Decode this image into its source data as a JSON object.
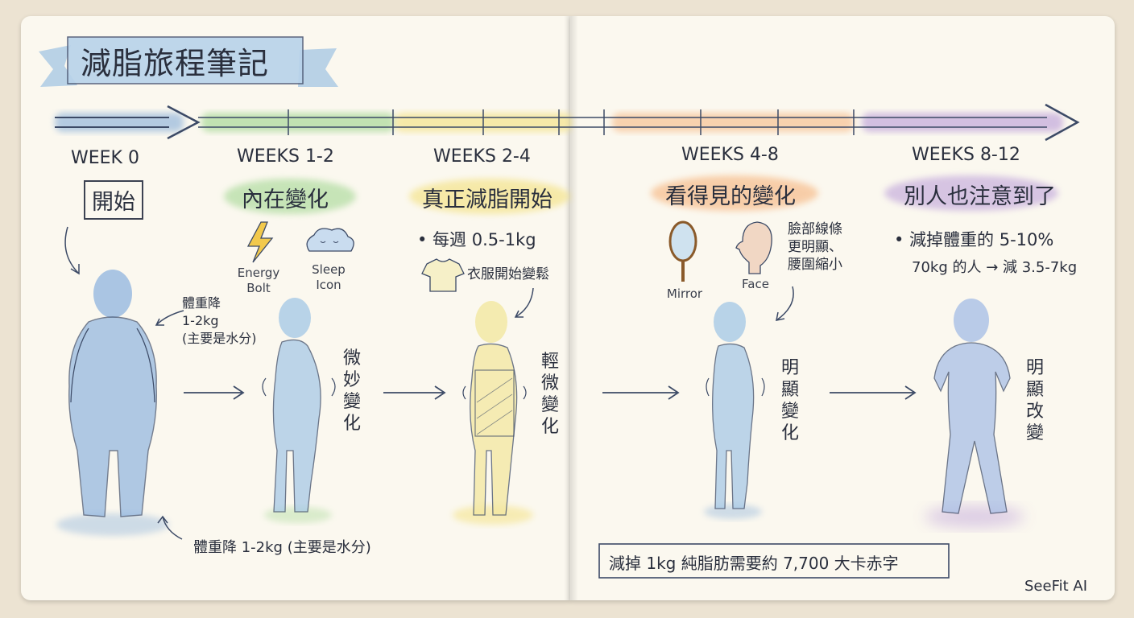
{
  "title": "減脂旅程筆記",
  "stages": [
    {
      "week": "WEEK 0",
      "title": "開始"
    },
    {
      "week": "WEEKS 1-2",
      "title": "內在變化"
    },
    {
      "week": "WEEKS 2-4",
      "title": "真正減脂開始"
    },
    {
      "week": "WEEKS 4-8",
      "title": "看得見的變化"
    },
    {
      "week": "WEEKS 8-12",
      "title": "別人也注意到了"
    }
  ],
  "week0": {
    "note_line1": "體重降",
    "note_line2": "1-2kg",
    "note_line3": "(主要是水分)"
  },
  "week1": {
    "energy_line1": "Energy",
    "energy_line2": "Bolt",
    "sleep_line1": "Sleep",
    "sleep_line2": "Icon",
    "vertical": "微妙變化"
  },
  "week2": {
    "bullet": "• 每週 0.5-1kg",
    "clothes": "衣服開始變鬆",
    "vertical": "輕微變化"
  },
  "week4": {
    "mirror": "Mirror",
    "face": "Face",
    "note_line1": "臉部線條",
    "note_line2": "更明顯、",
    "note_line3": "腰圍縮小",
    "vertical": "明顯變化"
  },
  "week8": {
    "bullet": "• 減掉體重的 5-10%",
    "example": "70kg 的人 → 減 3.5-7kg",
    "vertical": "明顯改變"
  },
  "bottom_note": "體重降 1-2kg (主要是水分)",
  "calorie_note": "減掉 1kg 純脂肪需要約 7,700 大卡赤字",
  "brand": "SeeFit AI",
  "colors": {
    "week0": "#7aa6d6",
    "week1": "#9bd48a",
    "week2": "#f3e07a",
    "week4": "#f6b27a",
    "week8": "#b89ad8",
    "ink": "#2b3140"
  },
  "icons": [
    "lightning-icon",
    "cloud-icon",
    "tshirt-icon",
    "mirror-icon",
    "face-icon"
  ]
}
